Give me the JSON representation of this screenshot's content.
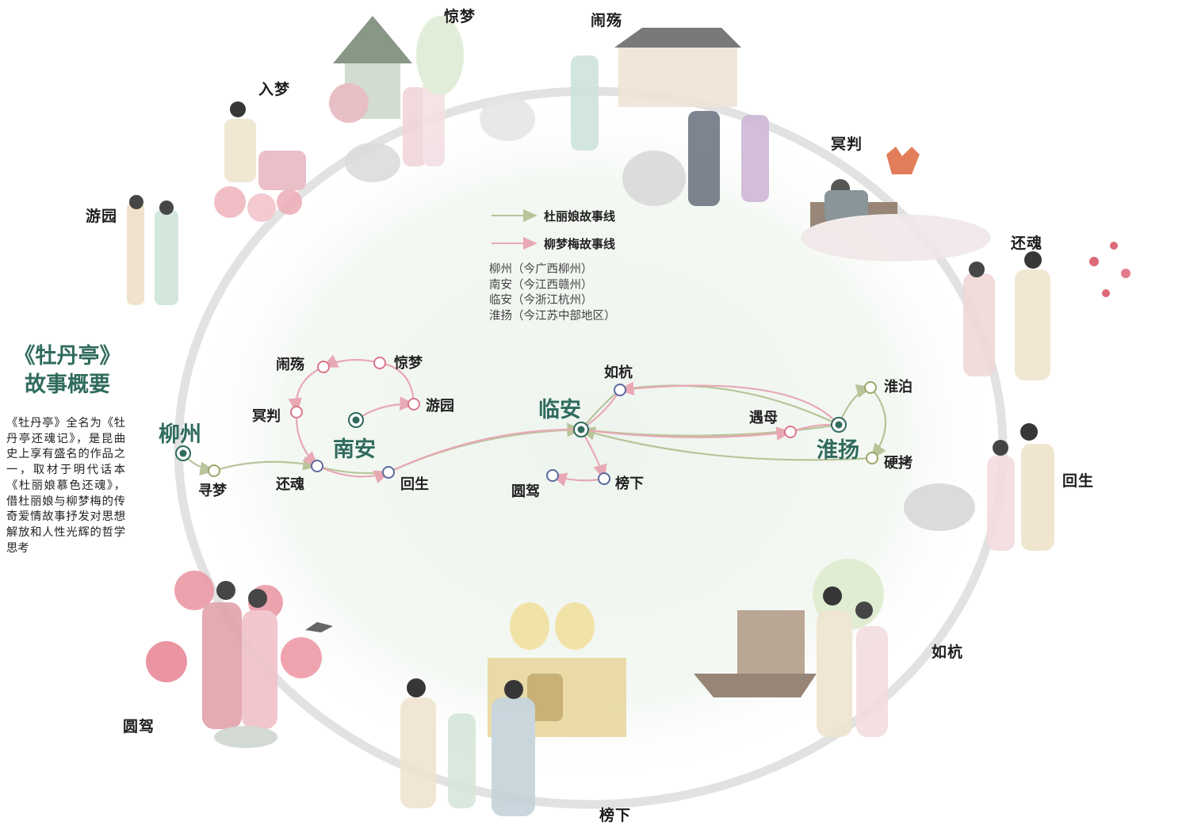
{
  "title": [
    "《牡丹亭》",
    "故事概要"
  ],
  "description": "《牡丹亭》全名为《牡丹亭还魂记》，是昆曲史上享有盛名的作品之一，取材于明代话本《杜丽娘慕色还魂》，借杜丽娘与柳梦梅的传奇爱情故事抒发对思想解放和人性光辉的哲学思考",
  "legend": {
    "du_liniang": "杜丽娘故事线",
    "liu_mengmei": "柳梦梅故事线"
  },
  "places": [
    "柳州（今广西柳州）",
    "南安（今江西赣州）",
    "临安（今浙江杭州）",
    "淮扬（今江苏中部地区）"
  ],
  "scenes": {
    "youyuan": "游园",
    "rumeng": "入梦",
    "jingmeng": "惊梦",
    "naoshang": "闹殇",
    "mingpan": "冥判",
    "huanhun": "还魂",
    "huisheng": "回生",
    "ruhang": "如杭",
    "bangxia": "榜下",
    "yuanjia": "圆驾"
  },
  "cities": {
    "liuzhou": "柳州",
    "nanan": "南安",
    "linan": "临安",
    "huaiyang": "淮扬"
  },
  "nodes": {
    "naoshang": "闹殇",
    "jingmeng": "惊梦",
    "mingpan": "冥判",
    "youyuan": "游园",
    "xunmeng": "寻梦",
    "huanhun": "还魂",
    "huisheng": "回生",
    "ruhang": "如杭",
    "yuanjia": "圆驾",
    "bangxia": "榜下",
    "yumu": "遇母",
    "huaibo": "淮泊",
    "yingkao": "硬拷"
  },
  "colors": {
    "du_line": "#b8c49a",
    "liu_line": "#e8a8b4",
    "city_text": "#2f6b5d",
    "node_blue": "#5b6aa0",
    "node_pink": "#d9788a",
    "node_green": "#9aa66a",
    "ring": "#e2e2e2"
  }
}
